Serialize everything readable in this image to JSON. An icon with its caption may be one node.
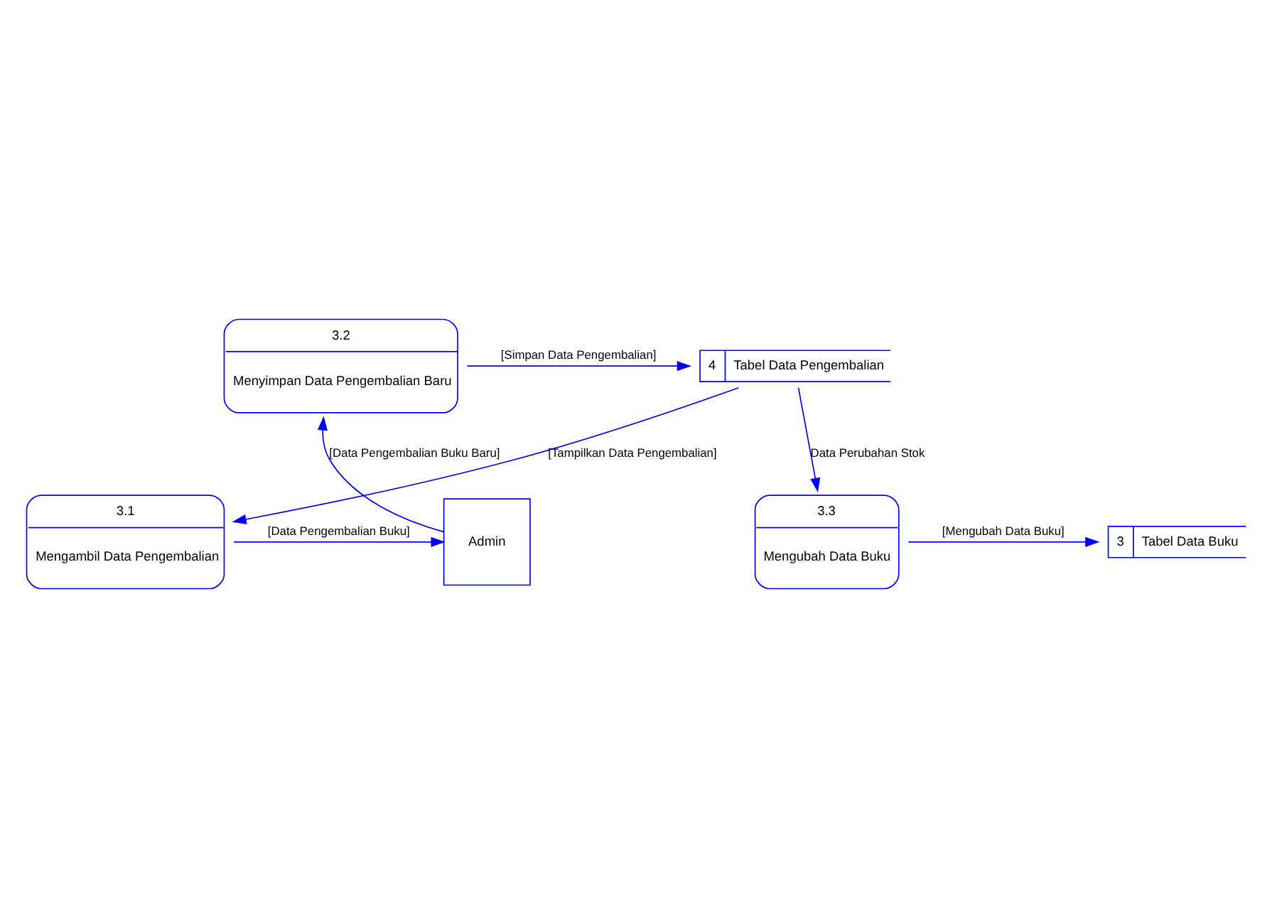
{
  "diagram": {
    "nodes": [
      {
        "text": [
          "3",
          "Tabel Data Buku"
        ]
      },
      {
        "text": [
          "3.3",
          "Mengubah Data Buku"
        ]
      },
      {
        "text": [
          "3.2",
          "Menyimpan Data Pengembalian Baru"
        ]
      },
      {
        "text": [
          "4",
          "Tabel Data Pengembalian"
        ]
      },
      {
        "text": [
          "Admin"
        ]
      },
      {
        "text": [
          "3.1",
          "Mengambil Data Pengembalian"
        ]
      }
    ],
    "edges": [
      {
        "from": 1,
        "to": 0,
        "arrow": "to",
        "label": "[Mengubah Data Buku]"
      },
      {
        "from": 3,
        "to": 1,
        "arrow": "to",
        "label": "Data Perubahan Stok"
      },
      {
        "from": 2,
        "to": 3,
        "arrow": "to",
        "label": "[Simpan Data Pengembalian]"
      },
      {
        "from": 4,
        "to": 2,
        "arrow": "to",
        "label": "[Data Pengembalian Buku Baru]"
      },
      {
        "from": 3,
        "to": 5,
        "arrow": "to",
        "label": "[Tampilkan Data Pengembalian]"
      },
      {
        "from": 5,
        "to": 4,
        "arrow": "to",
        "label": "[Data Pengembalian Buku]"
      }
    ]
  }
}
